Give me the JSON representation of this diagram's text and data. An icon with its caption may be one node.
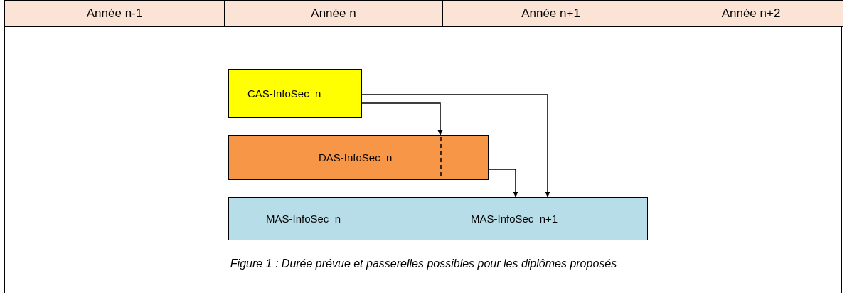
{
  "diagram": {
    "caption": "Figure 1 : Durée prévue et passerelles possibles pour les diplômes proposés",
    "nodes": [
      {
        "text": [
          "CAS-InfoSec  n"
        ]
      },
      {
        "text": [
          "DAS-InfoSec  n"
        ]
      },
      {
        "text": [
          "MAS-InfoSec  n"
        ]
      },
      {
        "text": [
          "MAS-InfoSec  n+1"
        ]
      }
    ],
    "edges": [
      {
        "from": 0,
        "to": 1,
        "arrow": "to"
      },
      {
        "from": 0,
        "to": 3,
        "arrow": "to"
      },
      {
        "from": 1,
        "to": 3,
        "arrow": "to"
      }
    ],
    "labels": [
      "Année n-1",
      "Année n",
      "Année n+1",
      "Année n+2"
    ]
  }
}
